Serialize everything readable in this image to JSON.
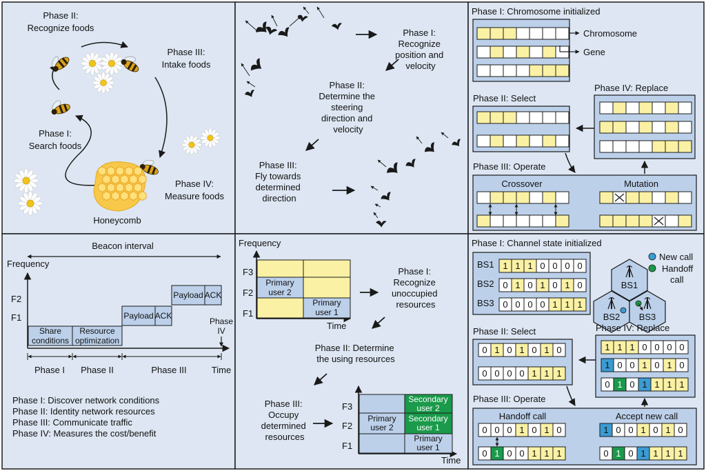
{
  "colors": {
    "panel_bg": "#dde6f2",
    "box_bg": "#bcd0ea",
    "cell_yellow": "#fbf1a4",
    "cell_blue": "#3b9bd2",
    "cell_green": "#1a9a4a",
    "line": "#1a1a1a"
  },
  "p1": {
    "phase2": [
      "Phase II:",
      "Recognize foods"
    ],
    "phase3": [
      "Phase III:",
      "Intake foods"
    ],
    "phase1": [
      "Phase I:",
      "Search foods"
    ],
    "phase4": [
      "Phase IV:",
      "Measure foods"
    ],
    "honeycomb": "Honeycomb"
  },
  "p2": {
    "phase1": [
      "Phase I:",
      "Recognize",
      "position and",
      "velocity"
    ],
    "phase2": [
      "Phase II:",
      "Determine the",
      "steering",
      "direction and",
      "velocity"
    ],
    "phase3": [
      "Phase III:",
      "Fly towards",
      "determined",
      "direction"
    ]
  },
  "p3": {
    "title": "Phase I: Chromosome initialized",
    "chromosome": "Chromosome",
    "gene": "Gene",
    "select": "Phase II: Select",
    "replace": "Phase IV: Replace",
    "operate": "Phase III: Operate",
    "crossover": "Crossover",
    "mutation": "Mutation"
  },
  "p4": {
    "beacon": "Beacon interval",
    "frequency": "Frequency",
    "f2": "F2",
    "f1": "F1",
    "share": [
      "Share",
      "conditions"
    ],
    "resource": [
      "Resource",
      "optimization"
    ],
    "payload": "Payload",
    "ack": "ACK",
    "phase4": [
      "Phase",
      "IV"
    ],
    "phaseI": "Phase I",
    "phaseII": "Phase II",
    "phaseIII": "Phase III",
    "time": "Time",
    "legend": [
      "Phase I: Discover network conditions",
      "Phase II: Identity network resources",
      "Phase III: Communicate traffic",
      "Phase IV: Measures the cost/benefit"
    ]
  },
  "p5": {
    "frequency": "Frequency",
    "f3": "F3",
    "f2": "F2",
    "f1": "F1",
    "primary2": [
      "Primary",
      "user 2"
    ],
    "primary1": [
      "Primary",
      "user 1"
    ],
    "time": "Time",
    "phase1": [
      "Phase I:",
      "Recognize",
      "unoccupied",
      "resources"
    ],
    "phase2": [
      "Phase II: Determine",
      "the using resources"
    ],
    "phase3": [
      "Phase III:",
      "Occupy",
      "determined",
      "resources"
    ],
    "secondary2": [
      "Secondary",
      "user 2"
    ],
    "secondary1": [
      "Secondary",
      "user 1"
    ]
  },
  "p6": {
    "title": "Phase I: Channel state initialized",
    "bs1": "BS1",
    "bs2": "BS2",
    "bs3": "BS3",
    "bs1_bits": [
      "1",
      "1",
      "1",
      "0",
      "0",
      "0",
      "0"
    ],
    "bs2_bits": [
      "0",
      "1",
      "0",
      "1",
      "0",
      "1",
      "0"
    ],
    "bs3_bits": [
      "0",
      "0",
      "0",
      "0",
      "1",
      "1",
      "1"
    ],
    "newcall": "New call",
    "handoff": [
      "Handoff",
      "call"
    ],
    "select": "Phase II: Select",
    "sel1": [
      "0",
      "1",
      "0",
      "1",
      "0",
      "1",
      "0"
    ],
    "sel2": [
      "0",
      "0",
      "0",
      "0",
      "1",
      "1",
      "1"
    ],
    "replace": "Phase IV: Replace",
    "rep1": [
      "1",
      "1",
      "1",
      "0",
      "0",
      "0",
      "0"
    ],
    "rep2": [
      "1",
      "0",
      "0",
      "1",
      "0",
      "1",
      "0"
    ],
    "rep3": [
      "0",
      "1",
      "0",
      "1",
      "1",
      "1",
      "1"
    ],
    "operate": "Phase III: Operate",
    "handoffcall": "Handoff call",
    "acceptcall": "Accept new call",
    "op1": [
      "0",
      "0",
      "0",
      "1",
      "0",
      "1",
      "0"
    ],
    "op2": [
      "0",
      "1",
      "0",
      "0",
      "1",
      "1",
      "1"
    ],
    "op3": [
      "1",
      "0",
      "0",
      "1",
      "0",
      "1",
      "0"
    ],
    "op4": [
      "0",
      "1",
      "0",
      "1",
      "1",
      "1",
      "1"
    ]
  }
}
